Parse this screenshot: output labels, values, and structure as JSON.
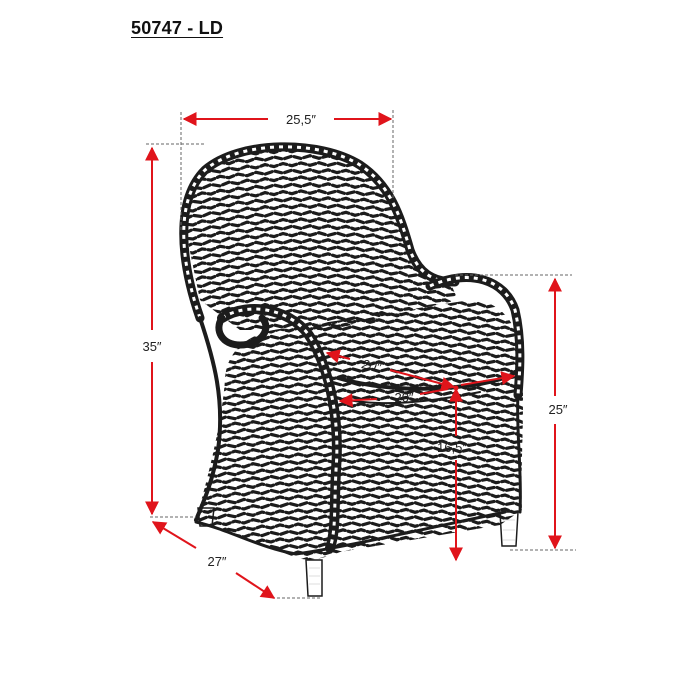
{
  "model_code": "50747 - LD",
  "dimensions": {
    "width": "25,5″",
    "height": "35″",
    "arm_height": "25″",
    "depth": "27″",
    "seat_width": "20″",
    "seat_depth": "20″",
    "seat_height": "16,5″"
  },
  "colors": {
    "dimension_line": "#e0141b",
    "drawing": "#1c1c1c",
    "background": "#ffffff"
  }
}
